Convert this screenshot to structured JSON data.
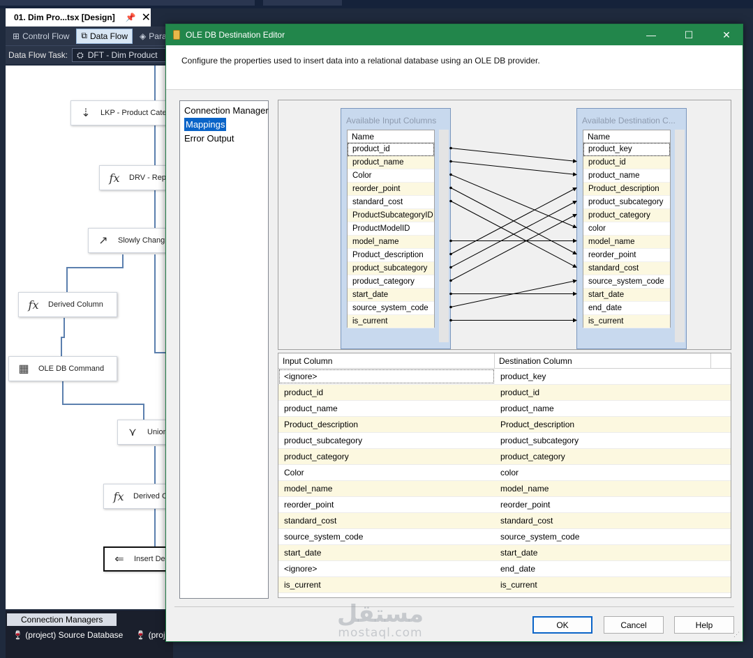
{
  "ide": {
    "doc_tab_title": "01. Dim Pro...tsx [Design]",
    "pin_glyph": "📌",
    "close_glyph": "✕",
    "toolbar": [
      {
        "label": "Control Flow",
        "icon": "control-flow-icon",
        "active": false
      },
      {
        "label": "Data Flow",
        "icon": "data-flow-icon",
        "active": true
      },
      {
        "label": "Para",
        "icon": "parameters-icon",
        "active": false
      }
    ],
    "data_flow_task_label": "Data Flow Task:",
    "data_flow_task_value": "DFT - Dim Product",
    "nodes": [
      {
        "name": "lkp-product-category-node",
        "label": "LKP - Product Catego",
        "icon": "lookup-icon",
        "glyph": "⇣"
      },
      {
        "name": "drv-replace-node",
        "label": "DRV - Repla",
        "icon": "derived-column-icon",
        "glyph": "fx"
      },
      {
        "name": "slowly-changing-node",
        "label": "Slowly Changin",
        "icon": "scd-icon",
        "glyph": "↗"
      },
      {
        "name": "derived-column-node",
        "label": "Derived Column",
        "icon": "derived-column-icon",
        "glyph": "fx"
      },
      {
        "name": "ole-db-command-node",
        "label": "OLE DB Command",
        "icon": "ole-db-command-icon",
        "glyph": "▦"
      },
      {
        "name": "union-all-node",
        "label": "Union",
        "icon": "union-all-icon",
        "glyph": "⋎"
      },
      {
        "name": "derived-column-2-node",
        "label": "Derived Co",
        "icon": "derived-column-icon",
        "glyph": "fx"
      },
      {
        "name": "insert-destination-node",
        "label": "Insert Des",
        "icon": "ole-db-destination-icon",
        "glyph": "⇐"
      }
    ],
    "connection_managers": {
      "tab_label": "Connection Managers",
      "items": [
        "(project) Source Database",
        "(project) D"
      ]
    }
  },
  "dialog": {
    "title": "OLE DB Destination Editor",
    "window_buttons": {
      "minimize": "—",
      "maximize": "☐",
      "close": "✕"
    },
    "description": "Configure the properties used to insert data into a relational database using an OLE DB provider.",
    "nav": [
      "Connection Manager",
      "Mappings",
      "Error Output"
    ],
    "nav_selected": "Mappings",
    "input_box": {
      "title": "Available Input Columns",
      "name_header": "Name",
      "columns": [
        "product_id",
        "product_name",
        "Color",
        "reorder_point",
        "standard_cost",
        "ProductSubcategoryID",
        "ProductModelID",
        "model_name",
        "Product_description",
        "product_subcategory",
        "product_category",
        "start_date",
        "source_system_code",
        "is_current"
      ]
    },
    "dest_box": {
      "title": "Available Destination C...",
      "name_header": "Name",
      "columns": [
        "product_key",
        "product_id",
        "product_name",
        "Product_description",
        "product_subcategory",
        "product_category",
        "color",
        "model_name",
        "reorder_point",
        "standard_cost",
        "source_system_code",
        "start_date",
        "end_date",
        "is_current"
      ]
    },
    "grid": {
      "headers": [
        "Input Column",
        "Destination Column"
      ],
      "rows": [
        [
          "<ignore>",
          "product_key"
        ],
        [
          "product_id",
          "product_id"
        ],
        [
          "product_name",
          "product_name"
        ],
        [
          "Product_description",
          "Product_description"
        ],
        [
          "product_subcategory",
          "product_subcategory"
        ],
        [
          "product_category",
          "product_category"
        ],
        [
          "Color",
          "color"
        ],
        [
          "model_name",
          "model_name"
        ],
        [
          "reorder_point",
          "reorder_point"
        ],
        [
          "standard_cost",
          "standard_cost"
        ],
        [
          "source_system_code",
          "source_system_code"
        ],
        [
          "start_date",
          "start_date"
        ],
        [
          "<ignore>",
          "end_date"
        ],
        [
          "is_current",
          "is_current"
        ]
      ]
    },
    "buttons": {
      "ok": "OK",
      "cancel": "Cancel",
      "help": "Help"
    }
  },
  "watermark": {
    "arabic": "مستقل",
    "latin": "mostaql.com"
  },
  "colors": {
    "title_bar": "#22864b",
    "selection": "#0a64c8",
    "alt_row": "#fcf8e0",
    "column_box": "#c8d9ee"
  }
}
